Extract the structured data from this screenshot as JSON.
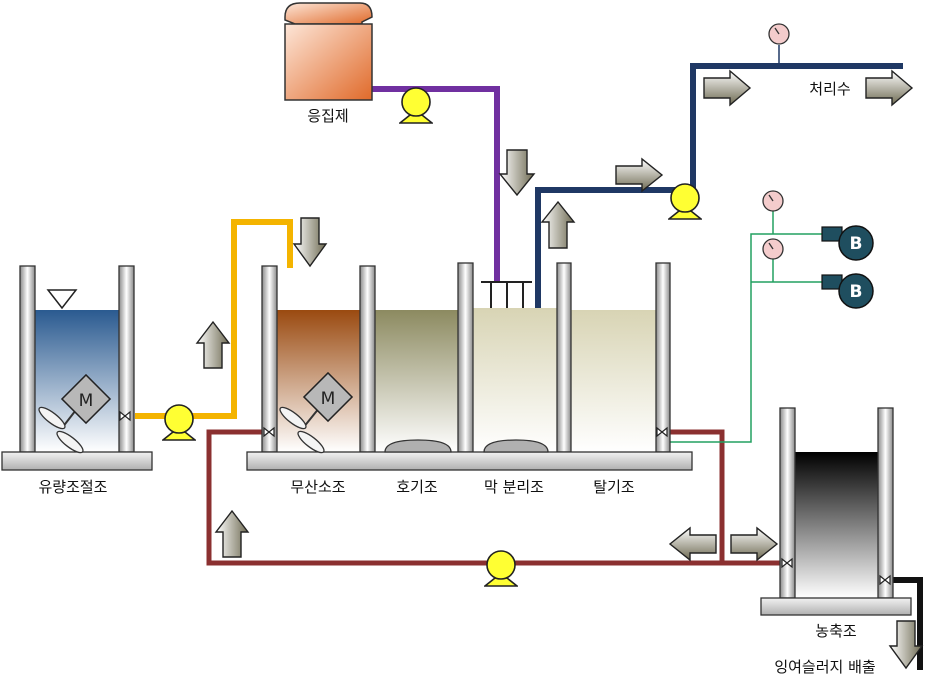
{
  "labels": {
    "coagulant": "응집제",
    "treated_water": "처리수",
    "equalization_tank": "유량조절조",
    "anoxic_tank": "무산소조",
    "aerobic_tank": "호기조",
    "membrane_separation_tank": "막 분리조",
    "deoxygenation_tank": "탈기조",
    "thickener": "농축조",
    "excess_sludge_discharge": "잉여슬러지 배출"
  },
  "blower_letter": "B",
  "mixer_letter": "M",
  "colors": {
    "coagulant_line": "#7030a0",
    "treated_water_line": "#1f3864",
    "feed_line": "#f4b400",
    "return_sludge_line": "#8b3030",
    "air_line": "#22a060",
    "pump": "#ffff33",
    "blower": "#1f4e5f",
    "arrow_fill": "#8c8c7a"
  }
}
